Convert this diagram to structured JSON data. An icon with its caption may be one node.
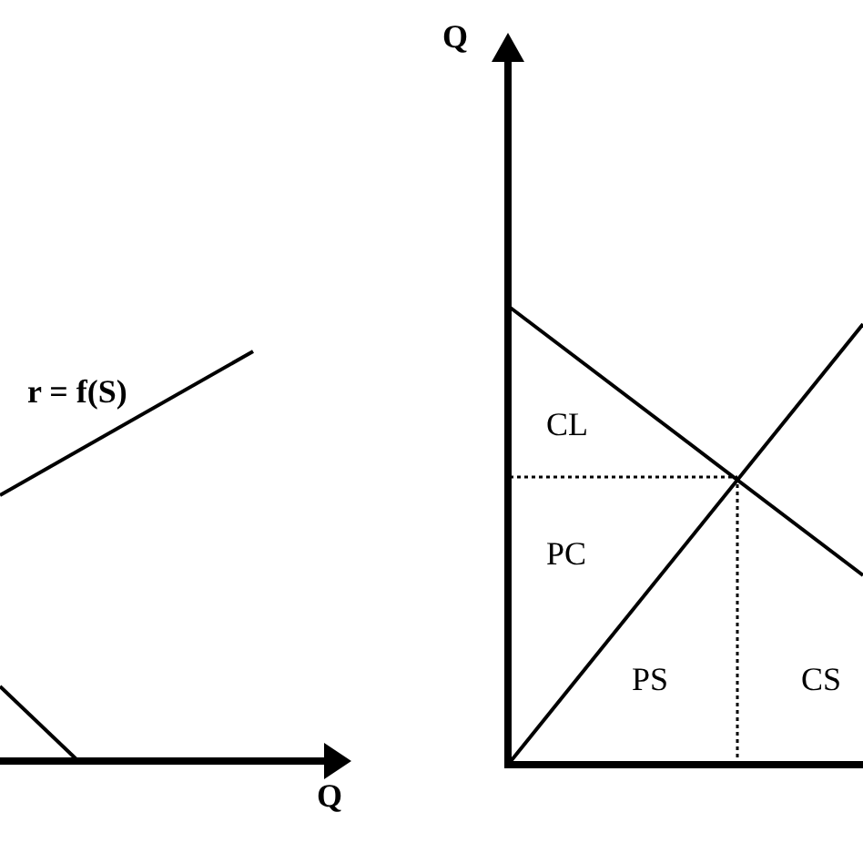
{
  "diagram": {
    "labels": [
      "Q",
      "r = f(S)",
      "CL",
      "PC",
      "PS",
      "CS",
      "Q"
    ]
  }
}
